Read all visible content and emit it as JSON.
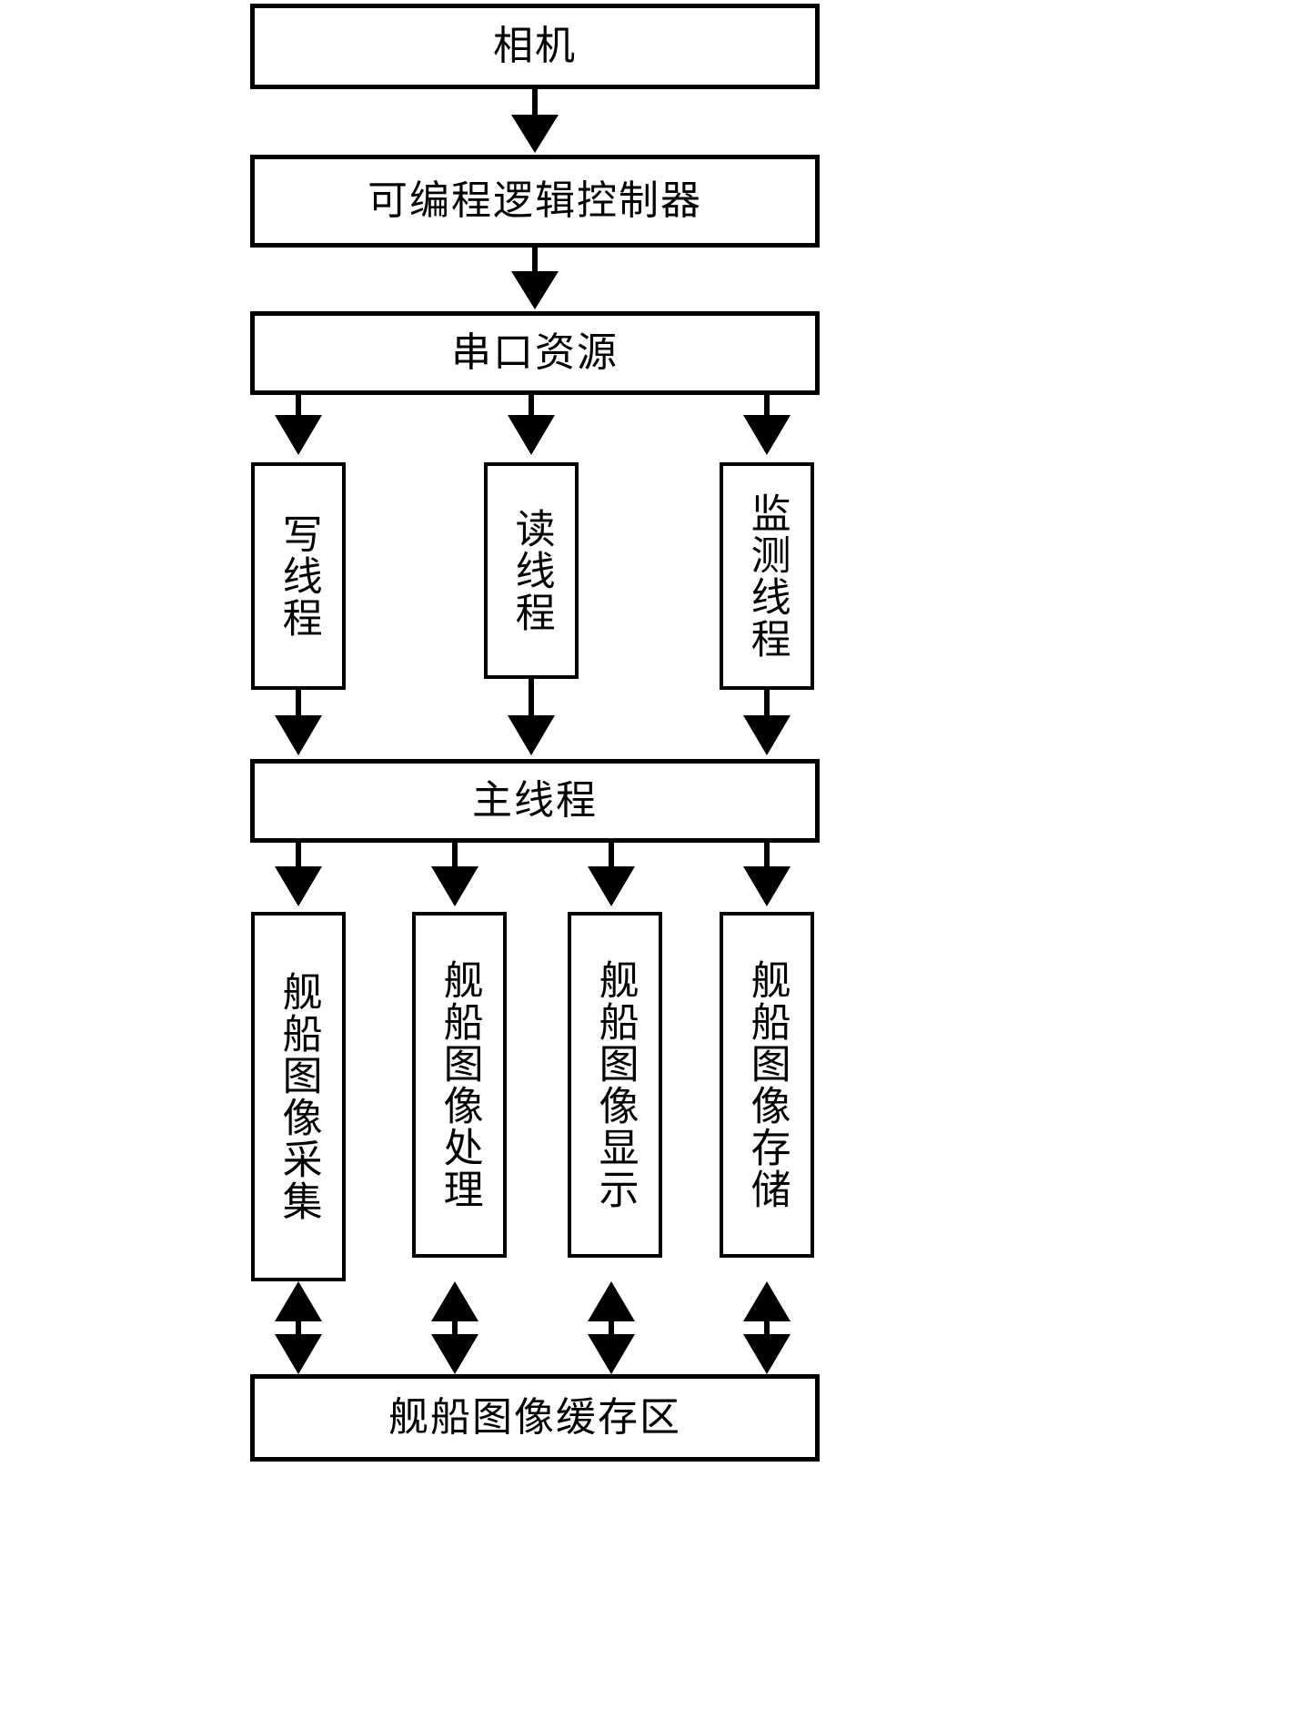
{
  "diagram": {
    "title_present": false,
    "type": "flowchart",
    "orientation": "top-to-bottom",
    "colors": {
      "stroke": "#000000",
      "fill": "#ffffff",
      "text": "#000000"
    },
    "nodes": {
      "camera": {
        "label": "相机",
        "orientation": "horizontal"
      },
      "plc": {
        "label": "可编程逻辑控制器",
        "orientation": "horizontal"
      },
      "serial_resource": {
        "label": "串口资源",
        "orientation": "horizontal"
      },
      "write_thread": {
        "label": "写线程",
        "orientation": "vertical"
      },
      "read_thread": {
        "label": "读线程",
        "orientation": "vertical"
      },
      "monitor_thread": {
        "label": "监测线程",
        "orientation": "vertical"
      },
      "main_thread": {
        "label": "主线程",
        "orientation": "horizontal"
      },
      "image_capture": {
        "label": "舰船图像采集",
        "orientation": "vertical"
      },
      "image_processing": {
        "label": "舰船图像处理",
        "orientation": "vertical"
      },
      "image_display": {
        "label": "舰船图像显示",
        "orientation": "vertical"
      },
      "image_storage": {
        "label": "舰船图像存储",
        "orientation": "vertical"
      },
      "image_buffer": {
        "label": "舰船图像缓存区",
        "orientation": "horizontal"
      }
    },
    "edges": [
      {
        "from": "camera",
        "to": "plc",
        "arrow": "single"
      },
      {
        "from": "plc",
        "to": "serial_resource",
        "arrow": "single"
      },
      {
        "from": "serial_resource",
        "to": "write_thread",
        "arrow": "single"
      },
      {
        "from": "serial_resource",
        "to": "read_thread",
        "arrow": "single"
      },
      {
        "from": "serial_resource",
        "to": "monitor_thread",
        "arrow": "single"
      },
      {
        "from": "write_thread",
        "to": "main_thread",
        "arrow": "single"
      },
      {
        "from": "read_thread",
        "to": "main_thread",
        "arrow": "single"
      },
      {
        "from": "monitor_thread",
        "to": "main_thread",
        "arrow": "single"
      },
      {
        "from": "main_thread",
        "to": "image_capture",
        "arrow": "single"
      },
      {
        "from": "main_thread",
        "to": "image_processing",
        "arrow": "single"
      },
      {
        "from": "main_thread",
        "to": "image_display",
        "arrow": "single"
      },
      {
        "from": "main_thread",
        "to": "image_storage",
        "arrow": "single"
      },
      {
        "from": "image_capture",
        "to": "image_buffer",
        "arrow": "double"
      },
      {
        "from": "image_processing",
        "to": "image_buffer",
        "arrow": "double"
      },
      {
        "from": "image_display",
        "to": "image_buffer",
        "arrow": "double"
      },
      {
        "from": "image_storage",
        "to": "image_buffer",
        "arrow": "double"
      }
    ]
  }
}
